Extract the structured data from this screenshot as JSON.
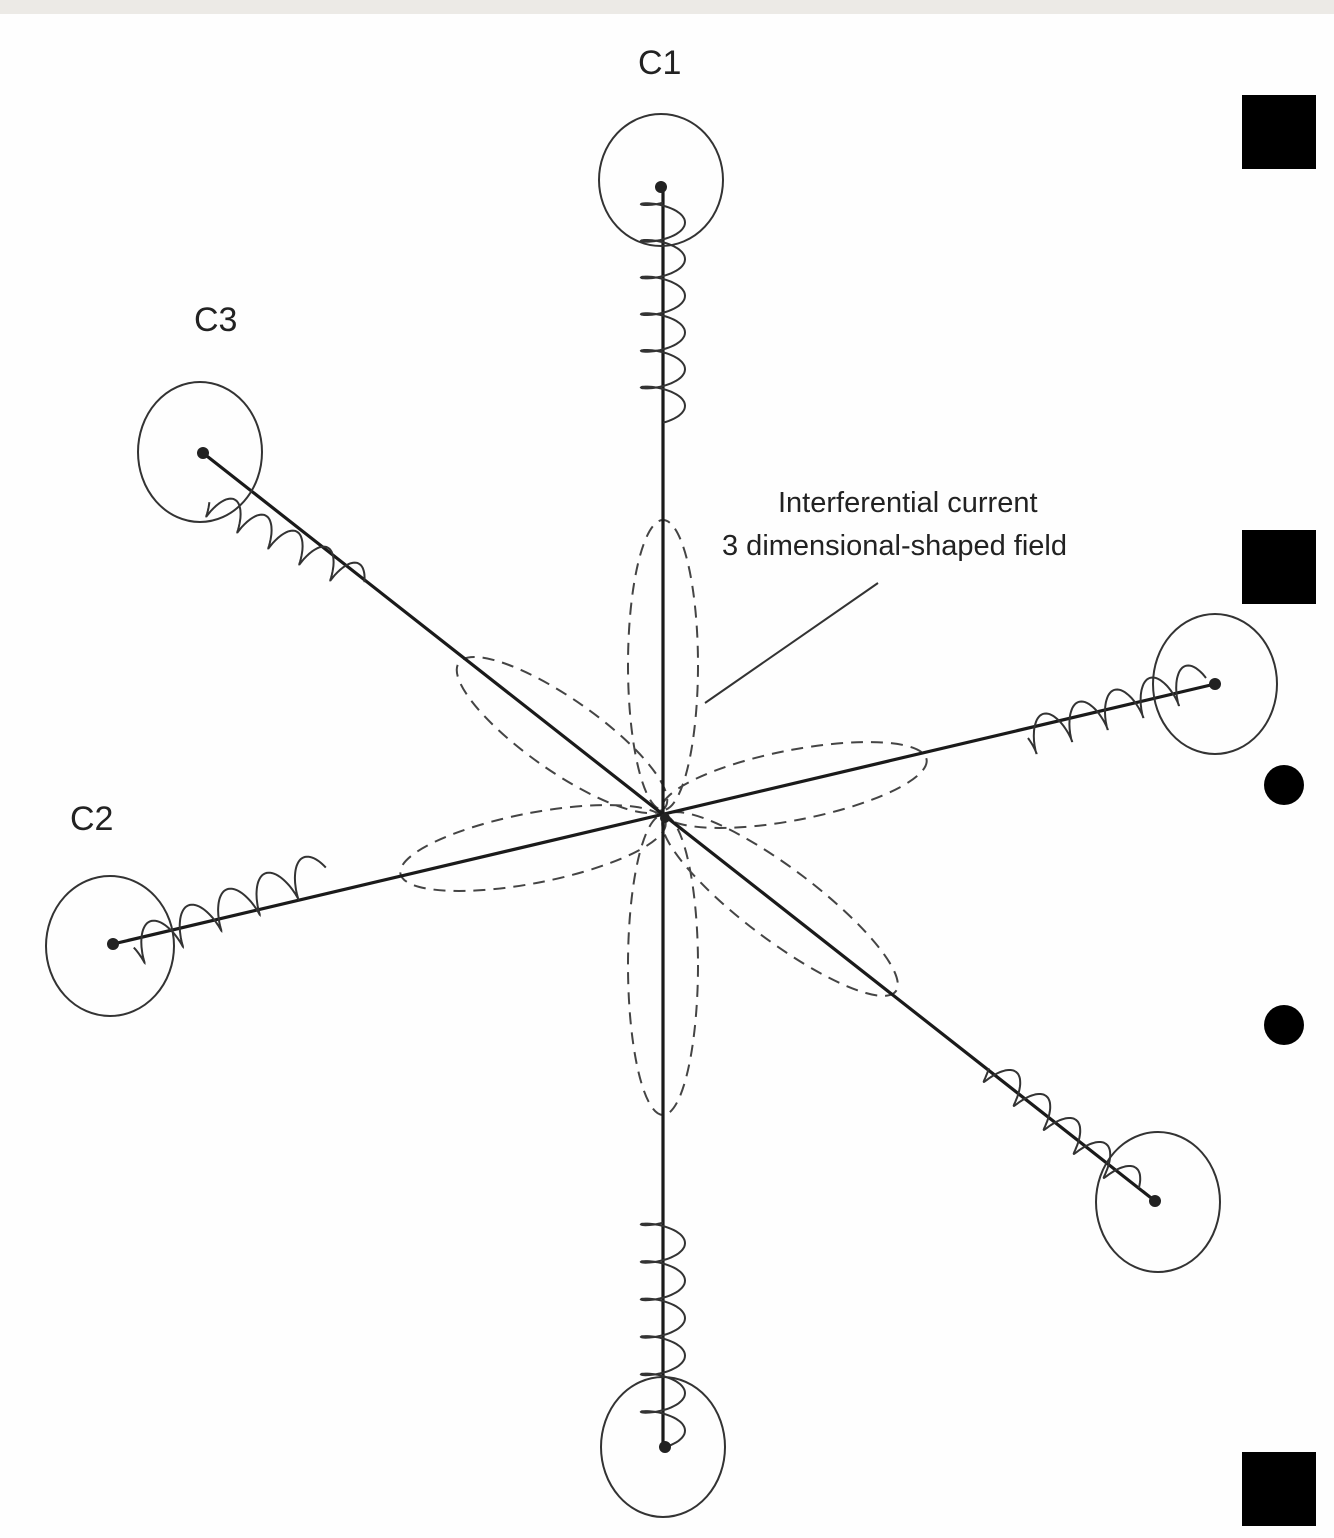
{
  "diagram": {
    "electrode_labels": {
      "c1": "C1",
      "c2": "C2",
      "c3": "C3"
    },
    "annotation": {
      "line1": "Interferential current",
      "line2": "3 dimensional-shaped field"
    },
    "colors": {
      "line": "#1a1a1a",
      "page_bar": "#eceae6",
      "background": "#fefefe"
    },
    "side_markers": [
      "square",
      "square",
      "dot",
      "dot",
      "square"
    ]
  }
}
